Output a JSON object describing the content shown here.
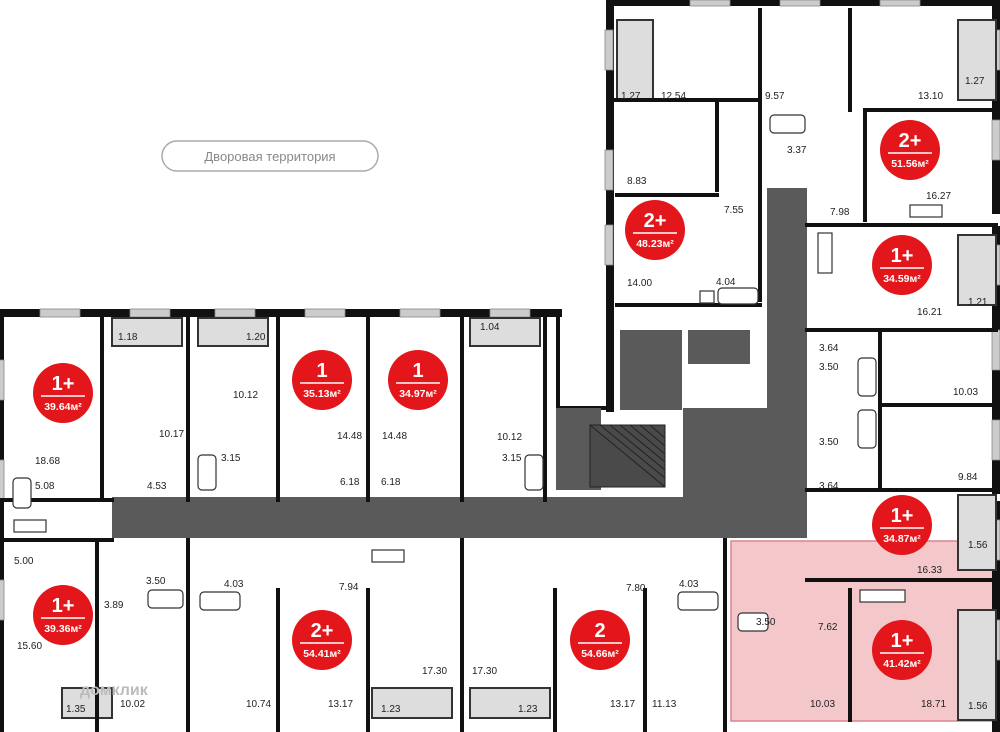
{
  "courtyard_label": "Дворовая территория",
  "watermark": "домклик",
  "colors": {
    "wall": "#111111",
    "corridor": "#5a5a5a",
    "badge": "#e3161b",
    "highlight_fill": "#f4c8cb",
    "highlight_stroke": "#d8868d",
    "window": "#cccccc"
  },
  "apartments": [
    {
      "type": "2+",
      "area": "51.56м²"
    },
    {
      "type": "2+",
      "area": "48.23м²"
    },
    {
      "type": "1+",
      "area": "34.59м²"
    },
    {
      "type": "1+",
      "area": "39.64м²"
    },
    {
      "type": "1",
      "area": "35.13м²"
    },
    {
      "type": "1",
      "area": "34.97м²"
    },
    {
      "type": "1+",
      "area": "34.87м²"
    },
    {
      "type": "1+",
      "area": "39.36м²"
    },
    {
      "type": "2+",
      "area": "54.41м²"
    },
    {
      "type": "2",
      "area": "54.66м²"
    },
    {
      "type": "1+",
      "area": "41.42м²"
    }
  ],
  "room_areas": [
    "1.27",
    "12.54",
    "9.57",
    "13.10",
    "1.27",
    "3.37",
    "8.83",
    "7.55",
    "16.27",
    "7.98",
    "14.00",
    "4.04",
    "16.21",
    "1.21",
    "1.18",
    "1.20",
    "1.04",
    "10.12",
    "10.17",
    "14.48",
    "14.48",
    "10.12",
    "3.64",
    "3.50",
    "10.03",
    "3.50",
    "9.84",
    "18.68",
    "3.15",
    "3.15",
    "5.08",
    "4.53",
    "6.18",
    "6.18",
    "3.64",
    "16.33",
    "1.56",
    "5.00",
    "7.94",
    "7.80",
    "3.50",
    "4.03",
    "4.03",
    "3.50",
    "7.62",
    "3.89",
    "15.60",
    "17.30",
    "17.30",
    "10.02",
    "10.74",
    "13.17",
    "13.17",
    "11.13",
    "10.03",
    "18.71",
    "1.35",
    "1.23",
    "1.23",
    "1.56"
  ]
}
